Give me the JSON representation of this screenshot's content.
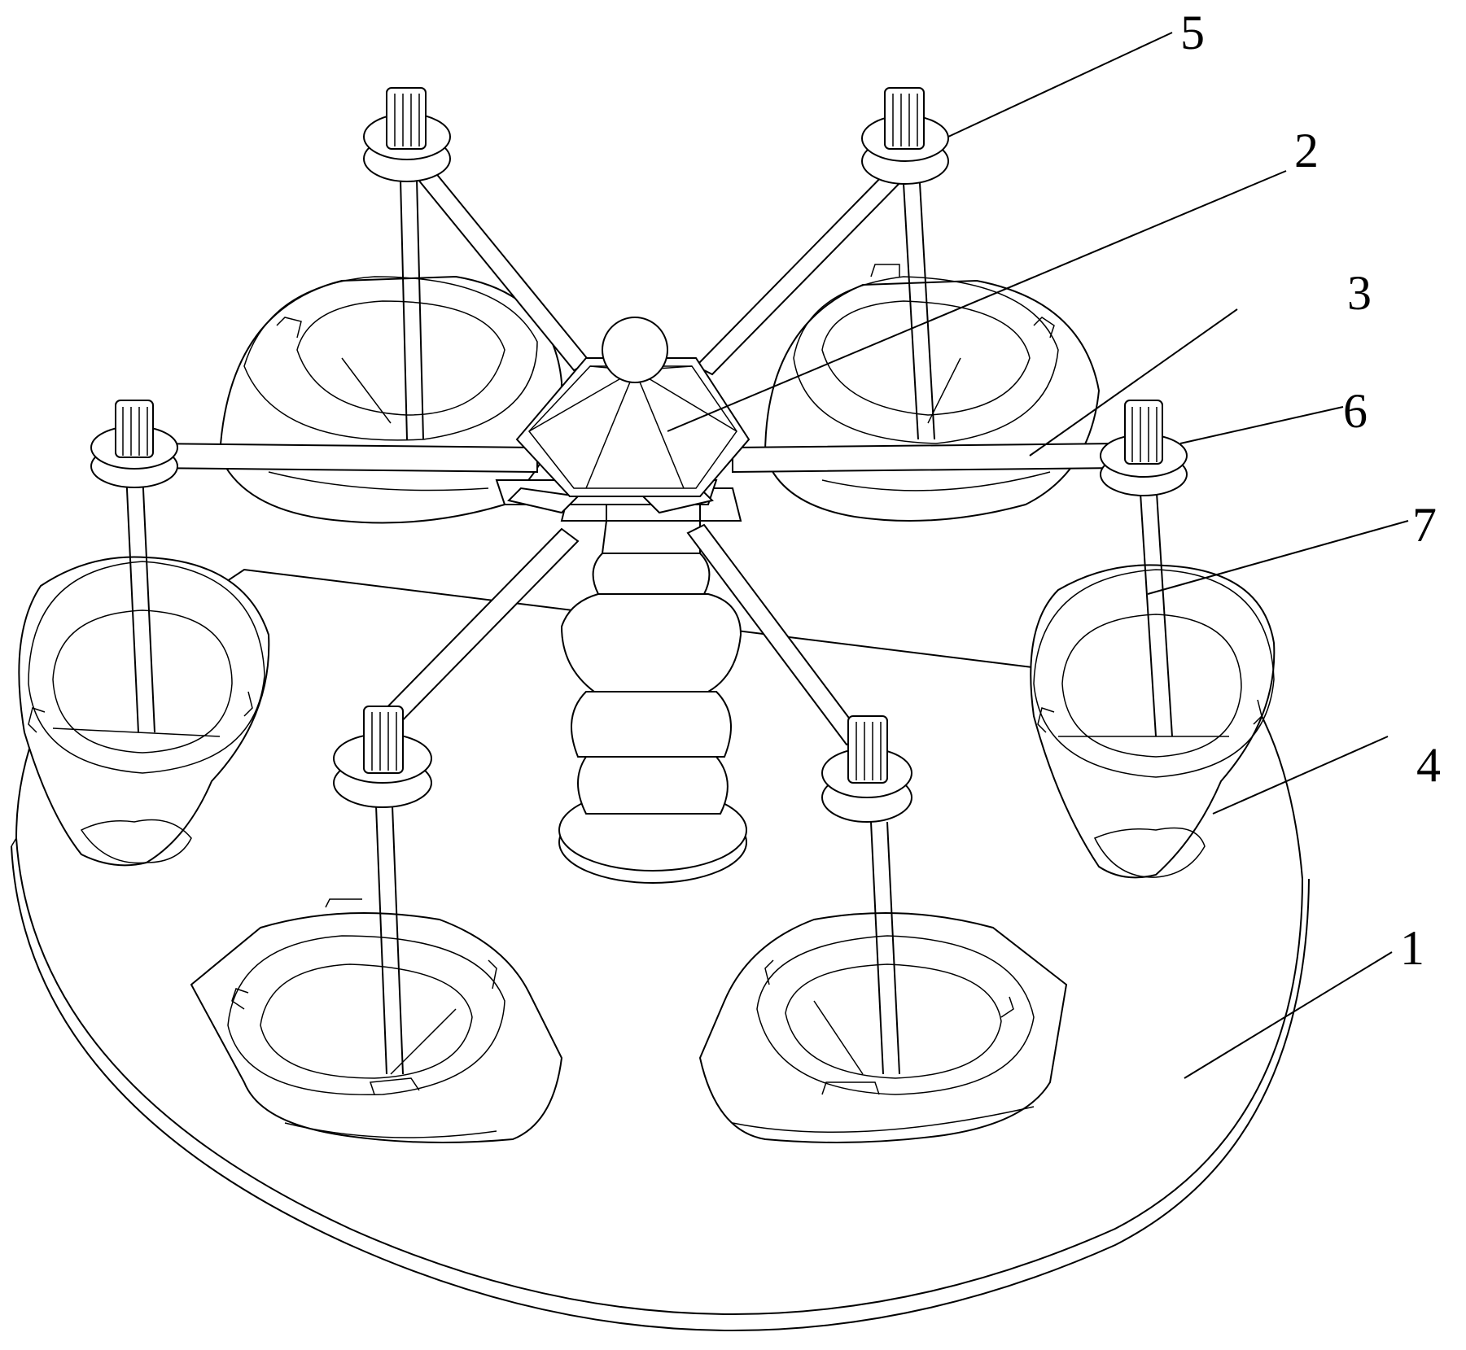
{
  "figure": {
    "callouts": [
      {
        "id": "5",
        "label": "5"
      },
      {
        "id": "2",
        "label": "2"
      },
      {
        "id": "3",
        "label": "3"
      },
      {
        "id": "6",
        "label": "6"
      },
      {
        "id": "7",
        "label": "7"
      },
      {
        "id": "4",
        "label": "4"
      },
      {
        "id": "1",
        "label": "1"
      }
    ]
  }
}
